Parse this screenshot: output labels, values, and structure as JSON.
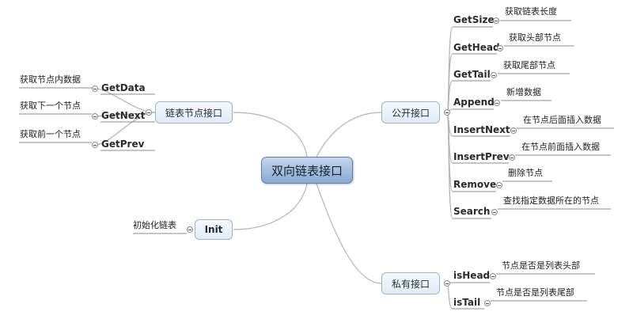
{
  "root": {
    "label": "双向链表接口"
  },
  "branches": {
    "node_iface": {
      "label": "链表节点接口",
      "items": [
        {
          "key": "GetData",
          "desc": "获取节点内数据"
        },
        {
          "key": "GetNext",
          "desc": "获取下一个节点"
        },
        {
          "key": "GetPrev",
          "desc": "获取前一个节点"
        }
      ]
    },
    "init": {
      "label": "Init",
      "desc": "初始化链表"
    },
    "public_iface": {
      "label": "公开接口",
      "items": [
        {
          "key": "GetSize",
          "desc": "获取链表长度"
        },
        {
          "key": "GetHead",
          "desc": "获取头部节点"
        },
        {
          "key": "GetTail",
          "desc": "获取尾部节点"
        },
        {
          "key": "Append",
          "desc": "新增数据"
        },
        {
          "key": "InsertNext",
          "desc": "在节点后面插入数据"
        },
        {
          "key": "InsertPrev",
          "desc": "在节点前面插入数据"
        },
        {
          "key": "Remove",
          "desc": "删除节点"
        },
        {
          "key": "Search",
          "desc": "查找指定数据所在的节点"
        }
      ]
    },
    "private_iface": {
      "label": "私有接口",
      "items": [
        {
          "key": "isHead",
          "desc": "节点是否是列表头部"
        },
        {
          "key": "isTail",
          "desc": "节点是否是列表尾部"
        }
      ]
    }
  }
}
